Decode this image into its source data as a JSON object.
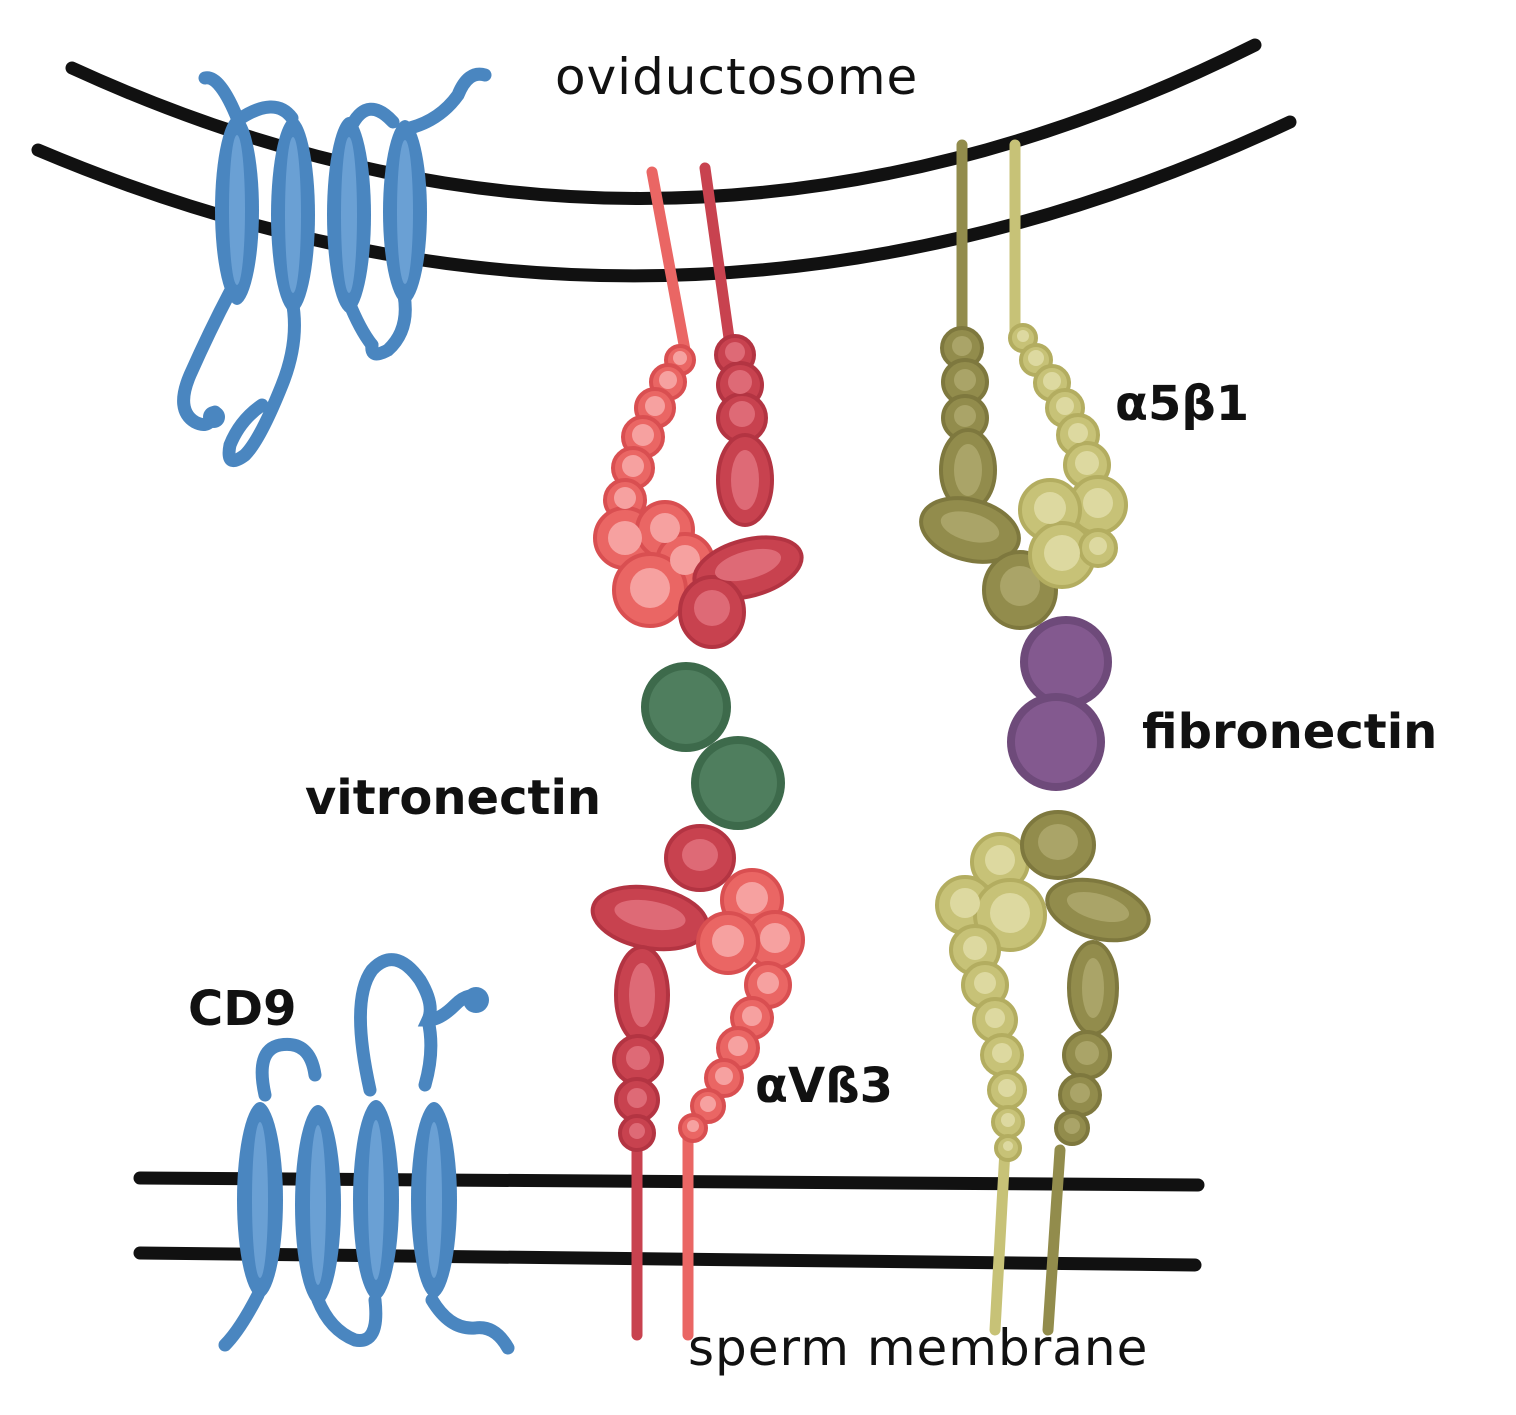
{
  "labels": {
    "top_membrane": "oviductosome",
    "bottom_membrane": "sperm membrane",
    "tetraspanin": "CD9",
    "integrin_a5b1": "α5β1",
    "integrin_avb3": "αVß3",
    "ligand_fibronectin": "fibronectin",
    "ligand_vitronectin": "vitronectin"
  },
  "colors": {
    "membrane": "#111111",
    "cd9": "#4a86c0",
    "cd9_light": "#6aa0d4",
    "avb3_alpha": "#ea6664",
    "avb3_alpha_light": "#f6a1a0",
    "avb3_beta": "#c8424f",
    "avb3_beta_light": "#de6a76",
    "a5b1_alpha": "#c7c277",
    "a5b1_alpha_light": "#ddd9a0",
    "a5b1_beta": "#928c4c",
    "a5b1_beta_light": "#aaa468",
    "vitronectin": "#4f7e5e",
    "fibronectin": "#83598f"
  }
}
